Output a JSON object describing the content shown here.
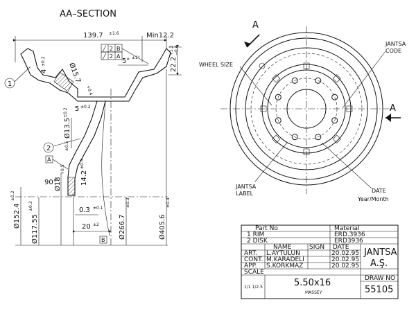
{
  "section": {
    "title": "AA–SECTION",
    "width_value": "139.7",
    "width_tol": "±1.6",
    "min_value": "Min12.2",
    "tol_top": "+1.2",
    "tol_bot": "−0.4",
    "dim_22_2": "22.2",
    "dim_4": "4",
    "dim_4_tol": "±0.2",
    "dim_15_7": "Ø15.7",
    "dim_15_7_tol": "+0.4",
    "angle_5": "5°",
    "angle_5_tol": "±1°",
    "dim_5": "5",
    "dim_5_tol": "±0.2",
    "dim_13_5": "Ø13.5",
    "dim_13_5_tol": "±0.5",
    "dim_14_2": "14.2",
    "dim_14_2_tol": "±0.5",
    "angle_90": "90°",
    "dim_18": "Ø18",
    "dim_18_tol": "+0.5",
    "dim_152_4": "Ø152.4",
    "dim_152_4_tol": "±0.2",
    "dim_117_55": "Ø117.55",
    "dim_117_55_tol": "±0.3",
    "dim_0_3": "0.3",
    "dim_0_3_tol": "±0.1",
    "dim_20": "20",
    "dim_20_tol": "±2",
    "dim_266_7": "Ø266.7",
    "dim_266_7_tol": "±0.3",
    "dim_405_6": "Ø405.6",
    "dim_405_6_tol": "±0.4",
    "fcf1_sym": "╱",
    "fcf1_val": "2",
    "fcf1_ref": "B",
    "fcf2_val": "2",
    "fcf2_ref": "A",
    "datum_a": "A",
    "datum_b": "B",
    "balloon_1": "1",
    "balloon_2": "2"
  },
  "front": {
    "section_label_top": "A",
    "section_label_right": "A",
    "wheel_size": "WHEEL SIZE",
    "jantsa_code": [
      "JANTSA",
      "CODE"
    ],
    "jantsa_label": [
      "JANTSA",
      "LABEL"
    ],
    "date": [
      "DATE",
      "Year/Month"
    ]
  },
  "title_block": {
    "part_no_header": "Part No",
    "material_header": "Material",
    "rows": [
      {
        "part": "1  RIM",
        "material": "ERD.3936"
      },
      {
        "part": "2  DISK",
        "material": "ERD3936"
      }
    ],
    "name_header": "NAME",
    "sign_header": "SIGN",
    "date_header": "DATE",
    "people": [
      {
        "role": "ART.",
        "name": "L.AYTULUN",
        "date": "20.02.95"
      },
      {
        "role": "CONT.",
        "name": "M.KARADELI",
        "date": "20.02.95"
      },
      {
        "role": "APP.",
        "name": "S.KORKMAZ",
        "date": "20.02.95"
      }
    ],
    "company": [
      "JANTSA",
      "A.Ş."
    ],
    "scale_label": "SCALE",
    "scale_value": "1/1  1/2.5",
    "size": "5.50x16",
    "customer": "MASSEY",
    "draw_no_label": "DRAW NO",
    "draw_no": "55105"
  }
}
